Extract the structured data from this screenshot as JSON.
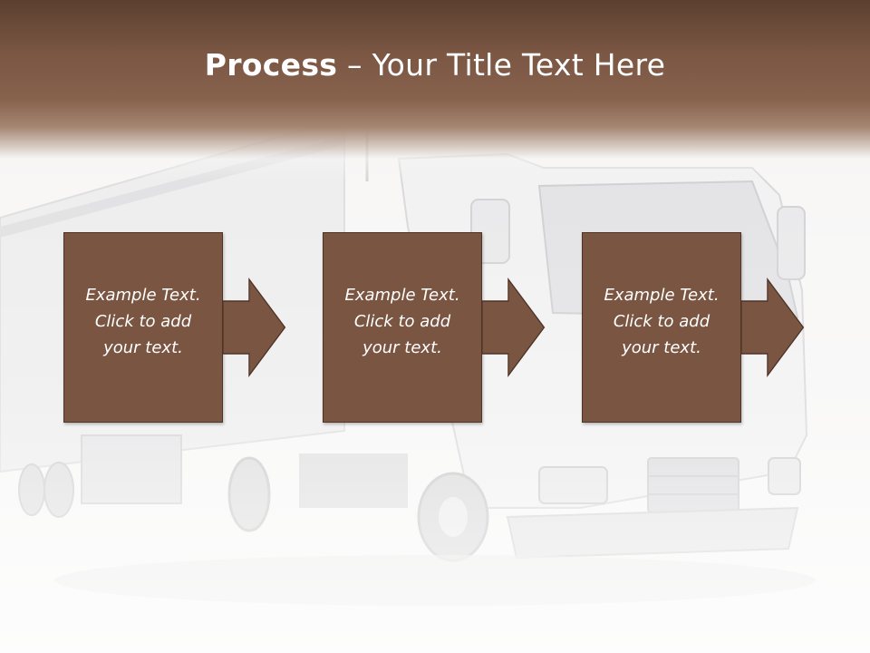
{
  "slide": {
    "title_bold": "Process",
    "title_rest": " – Your Title Text Here"
  },
  "steps": [
    {
      "line1": "Example Text.",
      "line2": "Click  to add",
      "line3": "your text."
    },
    {
      "line1": "Example Text.",
      "line2": "Click  to add",
      "line3": "your text."
    },
    {
      "line1": "Example Text.",
      "line2": "Click  to add",
      "line3": "your text."
    }
  ],
  "colors": {
    "box": "#7a5542",
    "box_border": "#4e3427",
    "header": "#7b5744"
  }
}
